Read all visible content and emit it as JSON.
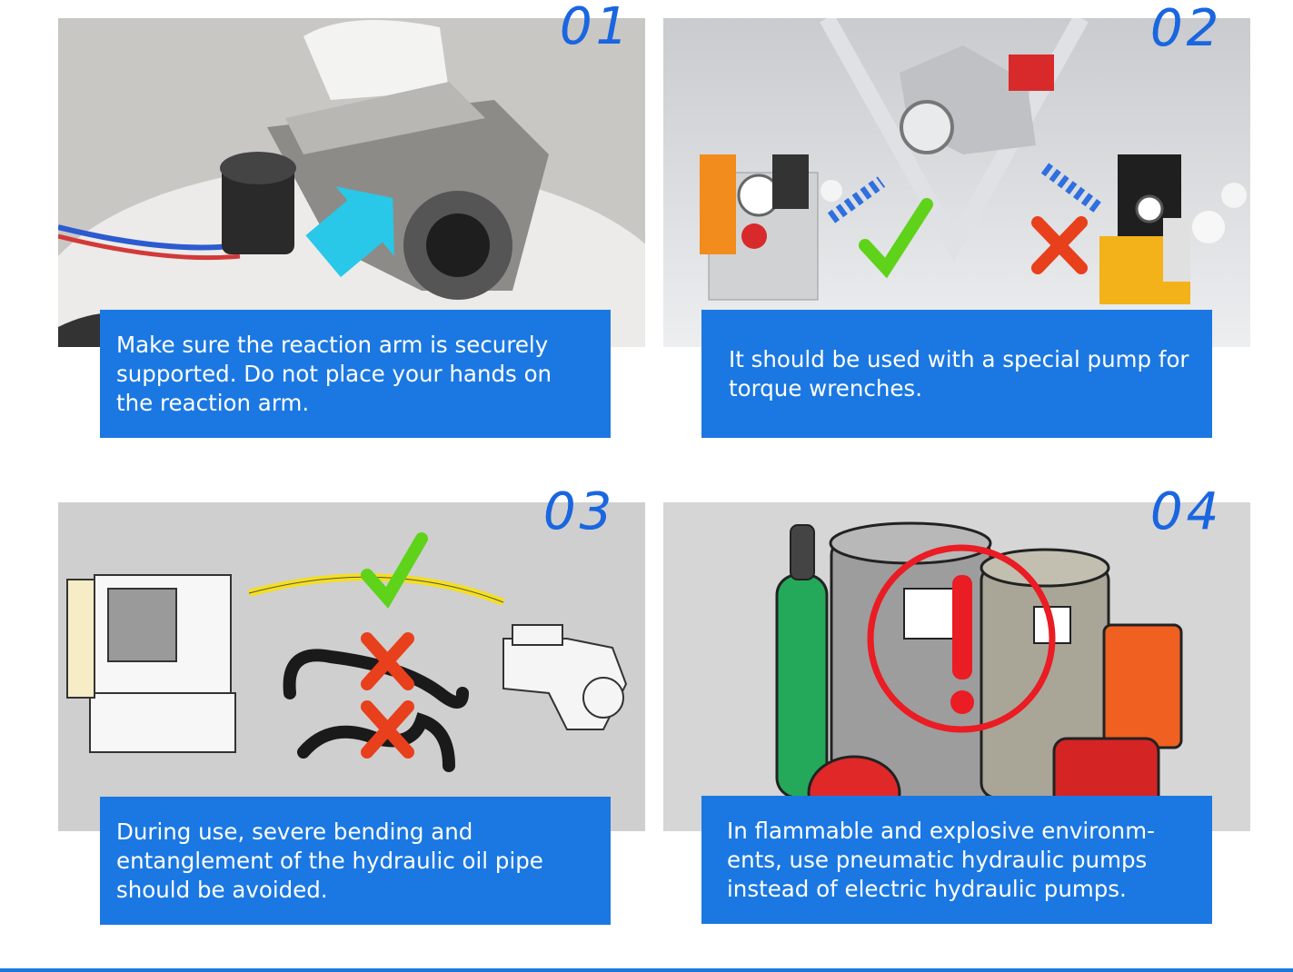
{
  "steps": [
    {
      "number": "01",
      "caption": "Make sure the reaction arm is securely supported. Do not place your hands on the reaction arm."
    },
    {
      "number": "02",
      "caption": "It should be used with a special pump for torque wrenches."
    },
    {
      "number": "03",
      "caption": "During use, severe bending and entanglement of the hydraulic oil pipe should be avoided."
    },
    {
      "number": "04",
      "caption": "In flammable and explosive environm-ents, use pneumatic hydraulic pumps instead of electric hydraulic pumps."
    }
  ],
  "colors": {
    "accent": "#1b78e2",
    "number": "#1a66e0",
    "check": "#5fd21a",
    "cross": "#e8401c"
  },
  "icons": [
    "check-mark-icon",
    "cross-mark-icon",
    "warning-exclamation-icon"
  ]
}
